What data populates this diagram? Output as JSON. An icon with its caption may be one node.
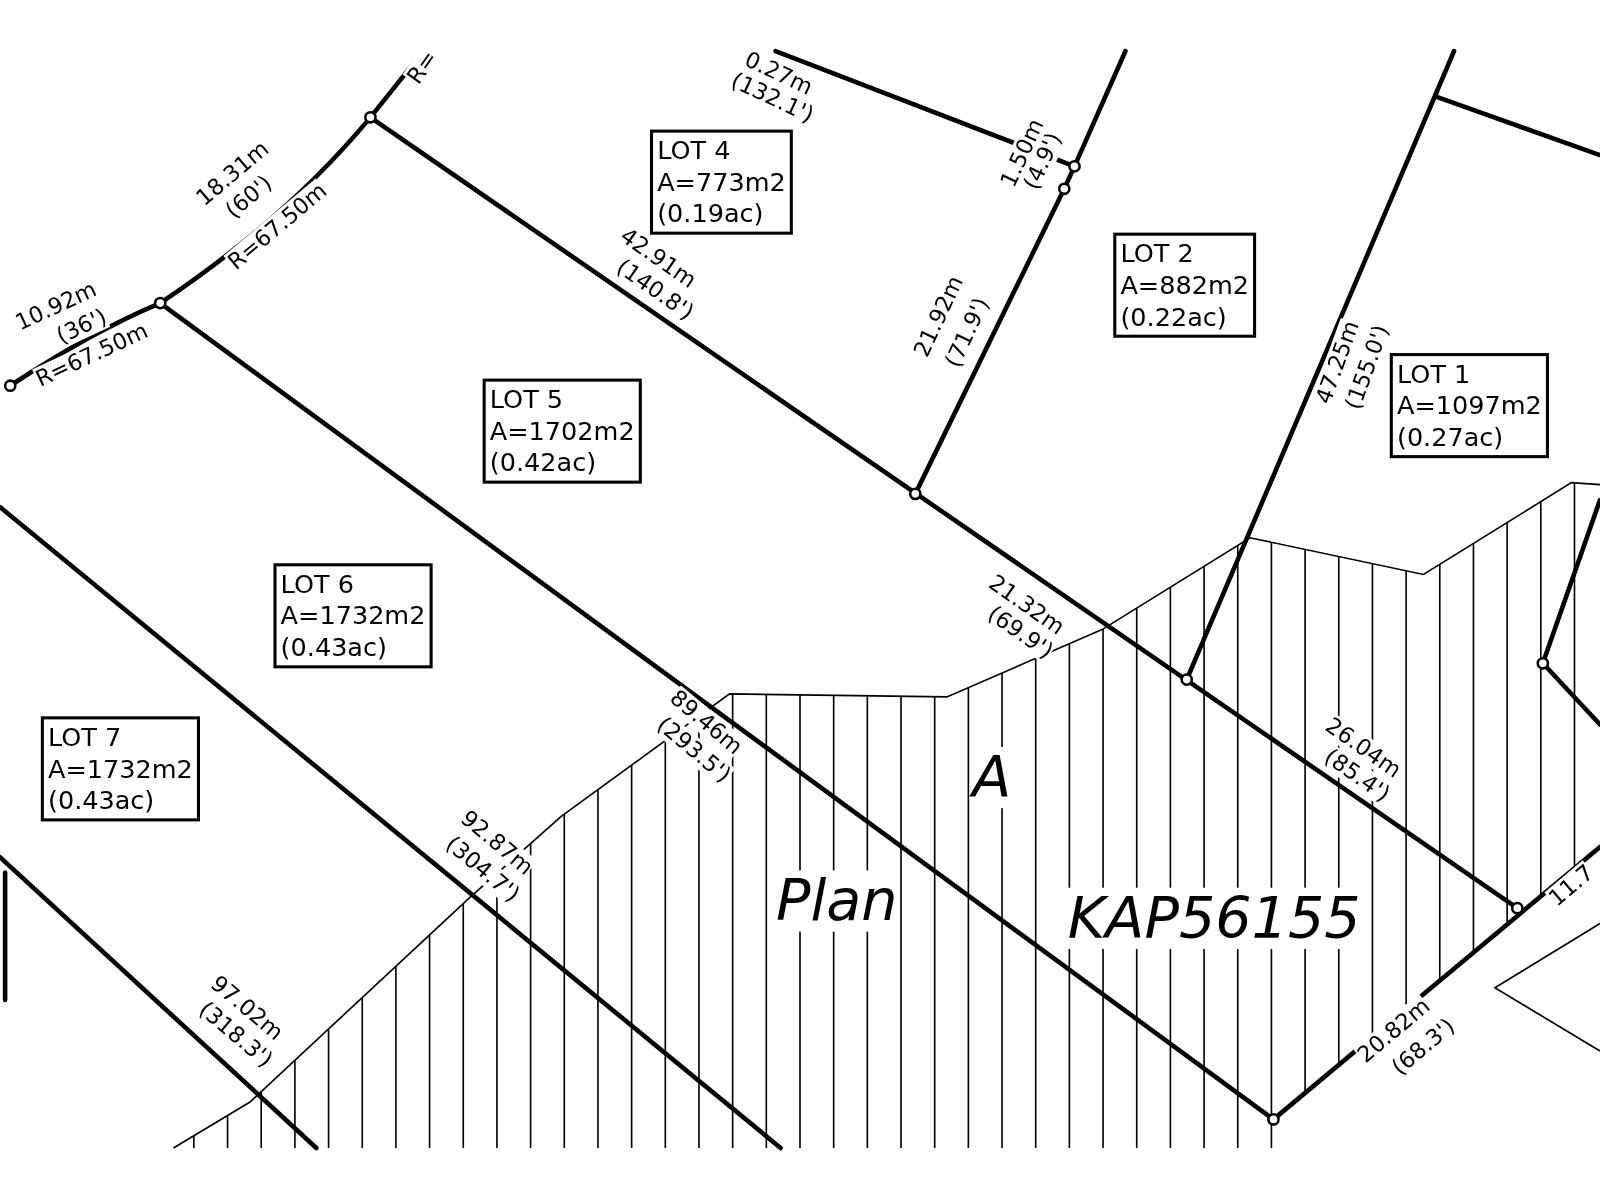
{
  "diagram": {
    "nodes": [
      {
        "text": [
          "LOT 4",
          "A=773m2",
          "(0.19ac)"
        ]
      },
      {
        "text": [
          "LOT 2",
          "A=882m2",
          "(0.22ac)"
        ]
      },
      {
        "text": [
          "LOT 1",
          "A=1097m2",
          "(0.27ac)"
        ]
      },
      {
        "text": [
          "LOT 5",
          "A=1702m2",
          "(0.42ac)"
        ]
      },
      {
        "text": [
          "LOT 6",
          "A=1732m2",
          "(0.43ac)"
        ]
      },
      {
        "text": [
          "LOT 7",
          "A=1732m2",
          "(0.43ac)"
        ]
      }
    ],
    "labels": [
      "R=",
      "0.27m",
      "(132.1')",
      "18.31m",
      "(60')",
      "1.50m",
      "(4.9')",
      "R=67.50m",
      "10.92m",
      "(36')",
      "42.91m",
      "(140.8')",
      "R=67.50m",
      "21.92m",
      "(71.9')",
      "47.25m",
      "(155.0')",
      "21.32m",
      "(69.9')",
      "89.46m",
      "(293.5')",
      "A",
      "26.04m",
      "(85.4')",
      "92.87m",
      "(304.7')",
      "Plan",
      "KAP56155",
      "11.7",
      "97.02m",
      "(318.3')",
      "20.82m",
      "(68.3')"
    ]
  }
}
